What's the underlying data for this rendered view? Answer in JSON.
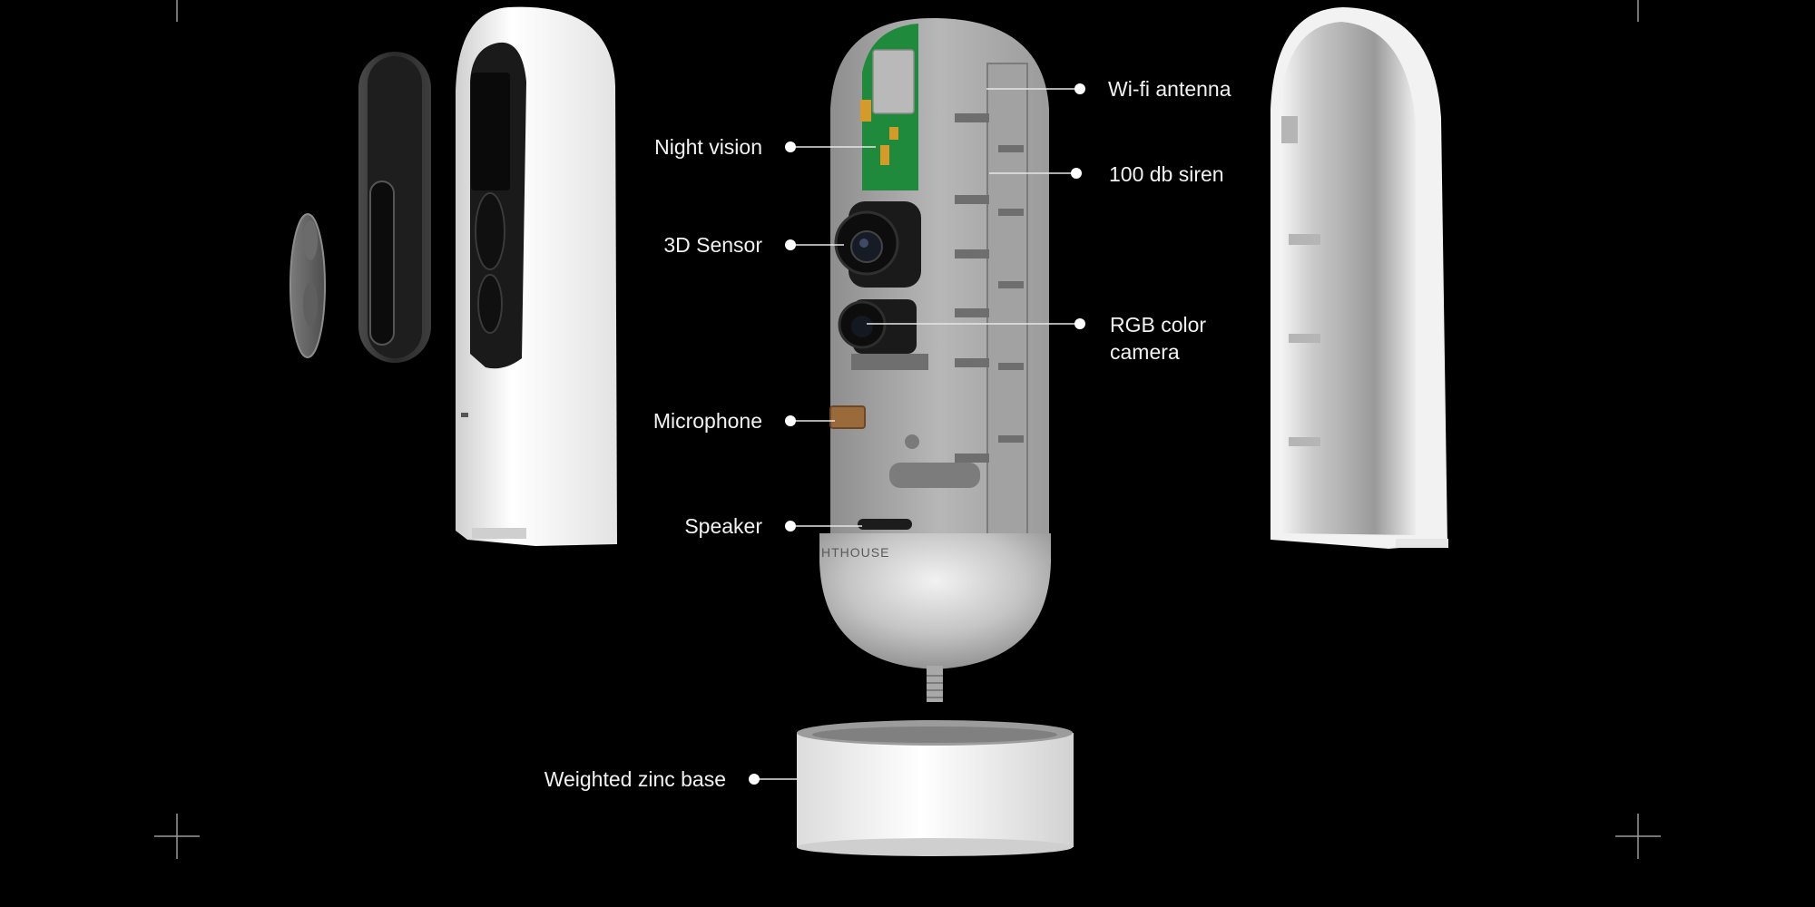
{
  "colors": {
    "background": "#000000",
    "label": "#f2f2f2",
    "leader": "#e6e6e6",
    "shell_white": "#f4f4f4",
    "body_gray": "#a9a9a9",
    "pcb_green": "#1f8a3c",
    "lens_black": "#0d0d0d"
  },
  "callouts": {
    "wifi_antenna": "Wi-fi antenna",
    "siren": "100 db siren",
    "night_vision": "Night vision",
    "sensor_3d": "3D Sensor",
    "rgb_camera_line1": "RGB color",
    "rgb_camera_line2": "camera",
    "microphone": "Microphone",
    "speaker": "Speaker",
    "zinc_base": "Weighted zinc base"
  },
  "brand_fragment": "HTHOUSE"
}
